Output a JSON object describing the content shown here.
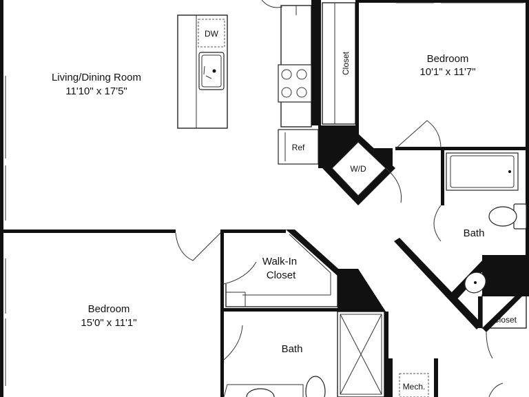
{
  "rooms": {
    "living": {
      "name": "Living/Dining Room",
      "dims": "11'10\" x 17'5\""
    },
    "bedroom_top": {
      "name": "Bedroom",
      "dims": "10'1\" x 11'7\""
    },
    "bedroom_bottom": {
      "name": "Bedroom",
      "dims": "15'0\" x 11'1\""
    },
    "bath_right": {
      "name": "Bath"
    },
    "bath_center": {
      "name": "Bath"
    },
    "walkin_closet": {
      "line1": "Walk-In",
      "line2": "Closet"
    },
    "closet_vertical": {
      "name": "Closet"
    },
    "closet_right": {
      "name": "Closet"
    }
  },
  "fixtures": {
    "dishwasher": "DW",
    "refrigerator": "Ref",
    "washer_dryer": "W/D",
    "mechanical": "Mech."
  }
}
